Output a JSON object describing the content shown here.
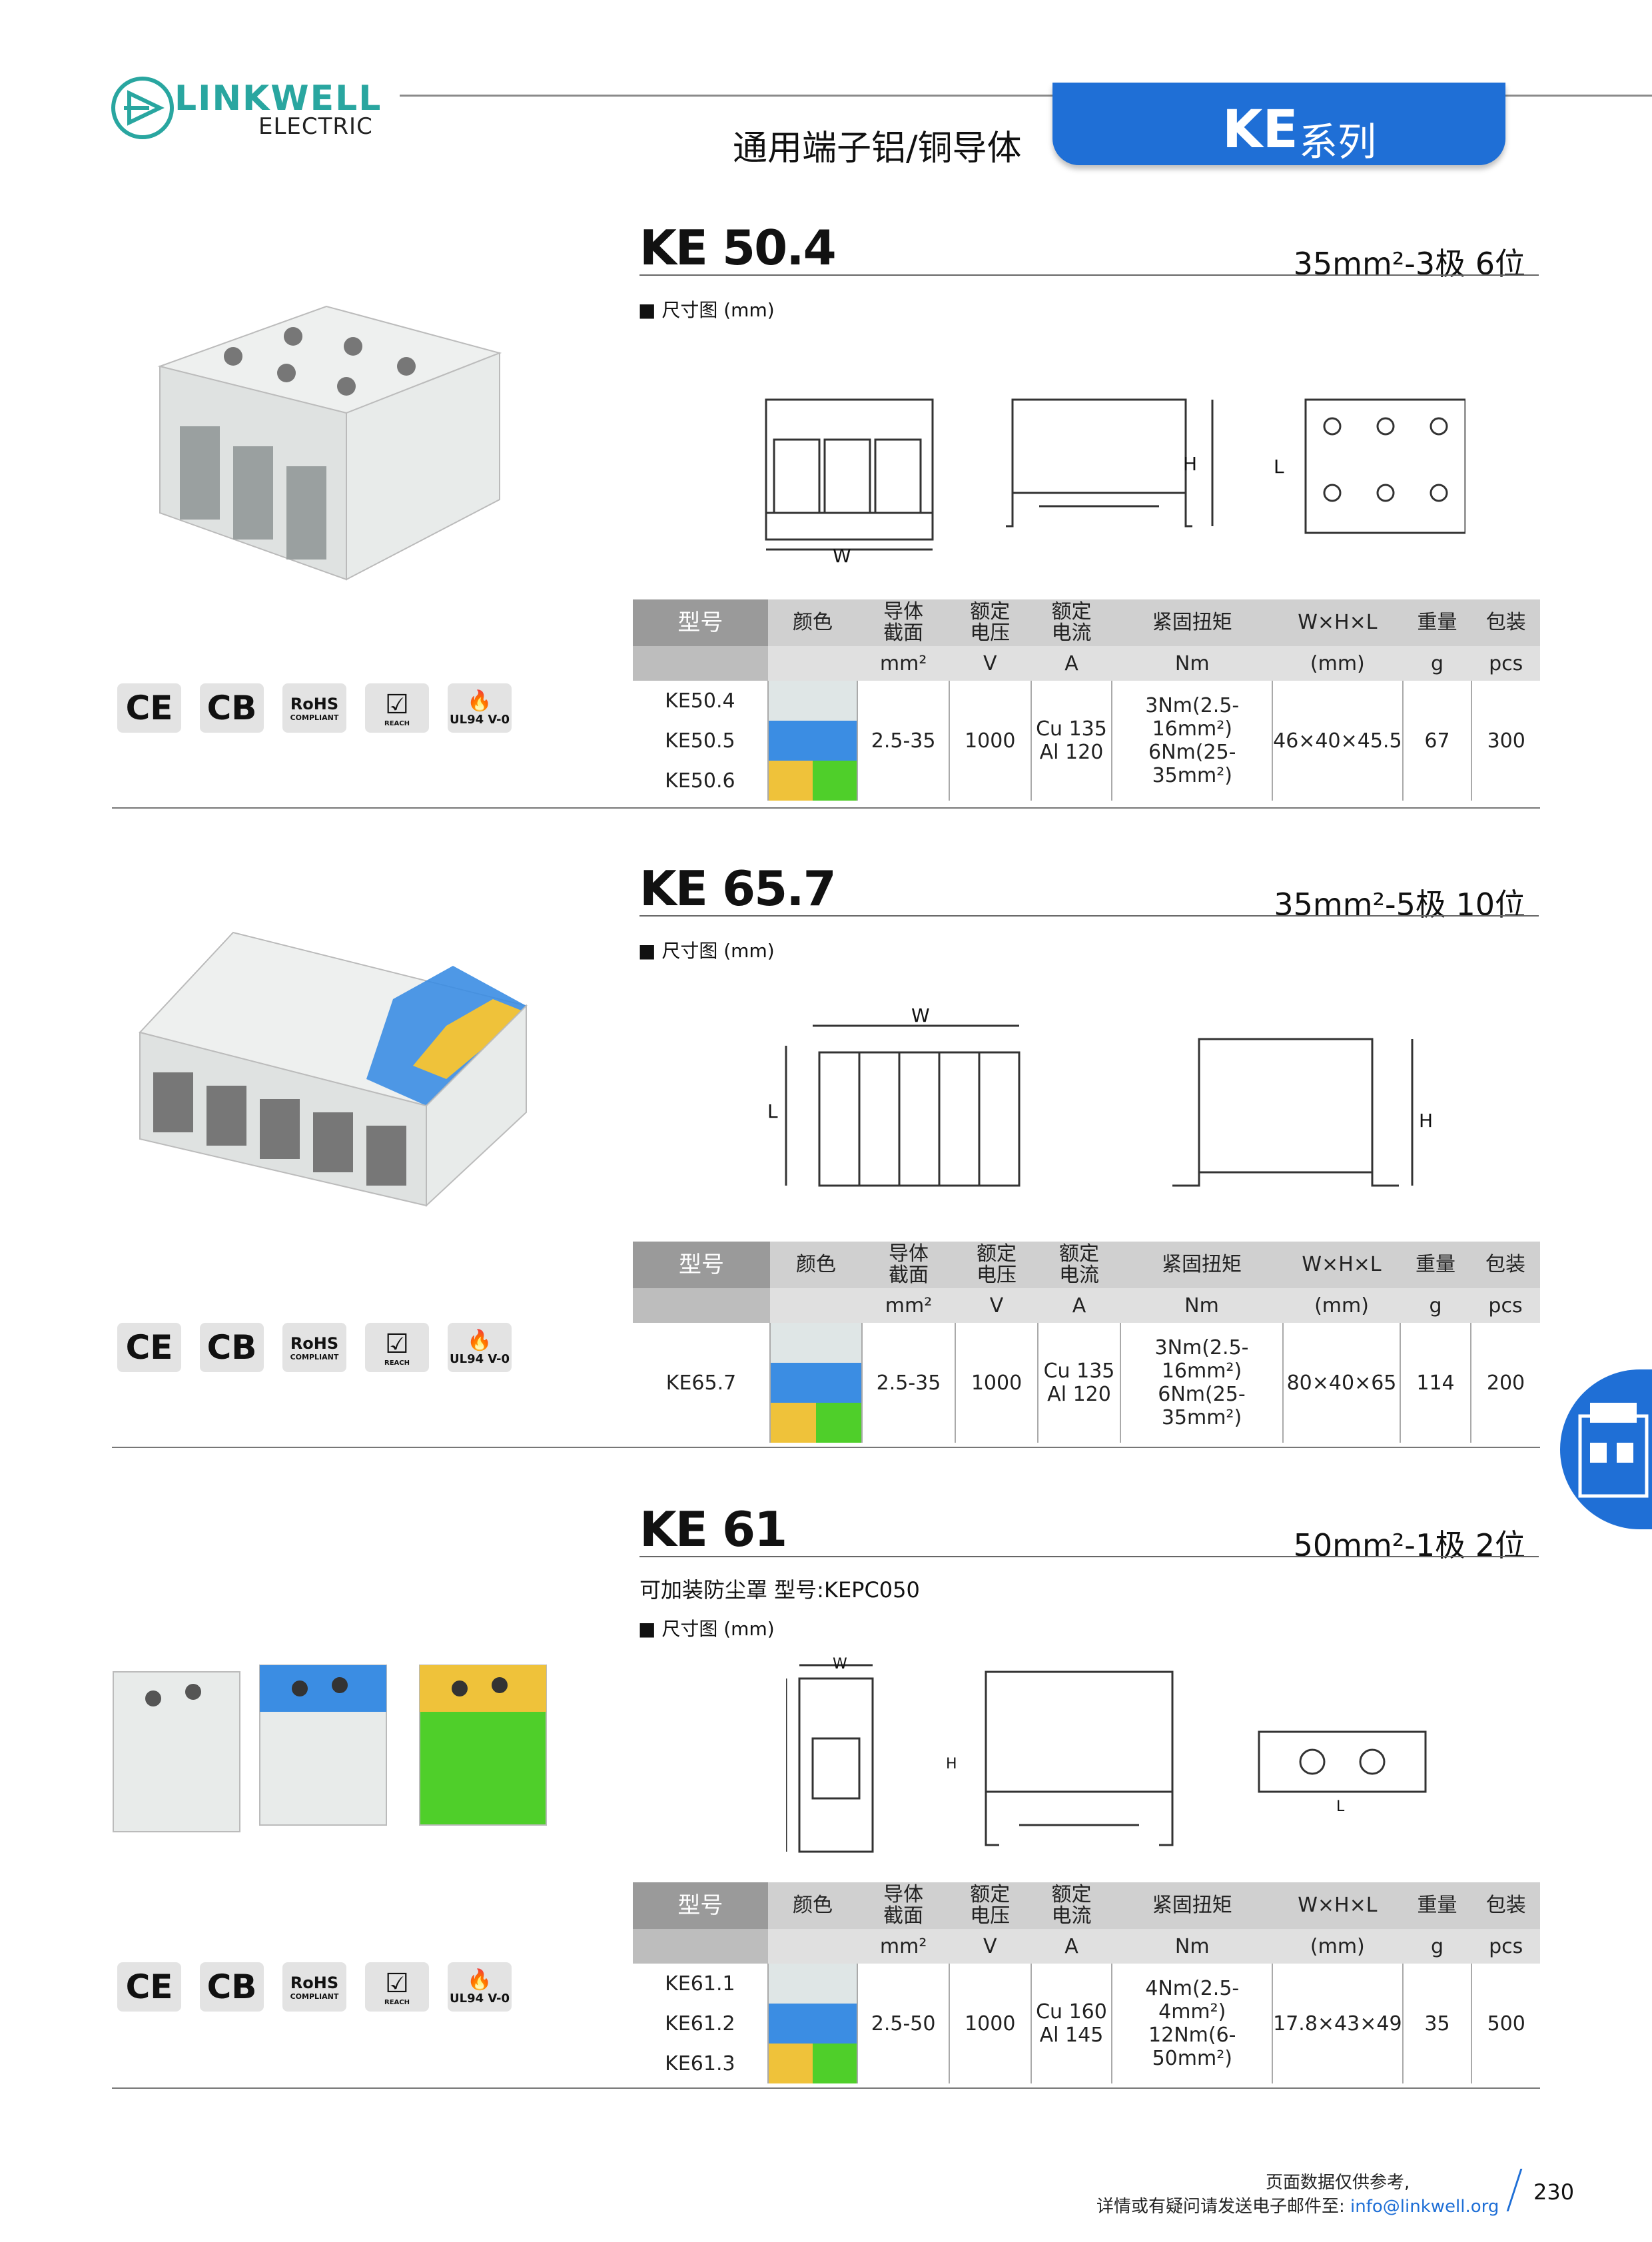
{
  "brand": {
    "name": "LINKWELL",
    "sub": "ELECTRIC"
  },
  "header": {
    "subtitle": "通用端子铝/铜导体",
    "series_code": "KE",
    "series_label": "系列"
  },
  "sections": [
    {
      "title": "KE 50.4",
      "spec": "35mm²-3极 6位",
      "dim_title": "■ 尺寸图 (mm)",
      "drawing_labels": {
        "w": "W",
        "h": "H",
        "l": "L"
      },
      "table": {
        "head1": [
          "型号",
          "颜色",
          "导体\n截面",
          "额定\n电压",
          "额定\n电流",
          "紧固扭矩",
          "W×H×L",
          "重量",
          "包装"
        ],
        "head2": [
          "",
          "",
          "mm²",
          "V",
          "A",
          "Nm",
          "(mm)",
          "g",
          "pcs"
        ],
        "models": [
          "KE50.4",
          "KE50.5",
          "KE50.6"
        ],
        "cross_section": "2.5-35",
        "voltage": "1000",
        "current": [
          "Cu 135",
          "Al 120"
        ],
        "torque": [
          "3Nm(2.5-16mm²)",
          "6Nm(25-35mm²)"
        ],
        "dims": "46×40×45.5",
        "weight": "67",
        "pack": "300"
      }
    },
    {
      "title": "KE 65.7",
      "spec": "35mm²-5极 10位",
      "dim_title": "■ 尺寸图 (mm)",
      "drawing_labels": {
        "w": "W",
        "h": "H",
        "l": "L"
      },
      "table": {
        "head1": [
          "型号",
          "颜色",
          "导体\n截面",
          "额定\n电压",
          "额定\n电流",
          "紧固扭矩",
          "W×H×L",
          "重量",
          "包装"
        ],
        "head2": [
          "",
          "",
          "mm²",
          "V",
          "A",
          "Nm",
          "(mm)",
          "g",
          "pcs"
        ],
        "models": [
          "KE65.7"
        ],
        "cross_section": "2.5-35",
        "voltage": "1000",
        "current": [
          "Cu 135",
          "Al 120"
        ],
        "torque": [
          "3Nm(2.5-16mm²)",
          "6Nm(25-35mm²)"
        ],
        "dims": "80×40×65",
        "weight": "114",
        "pack": "200"
      }
    },
    {
      "title": "KE 61",
      "spec": "50mm²-1极 2位",
      "note": "可加装防尘罩  型号:KEPC050",
      "dim_title": "■ 尺寸图 (mm)",
      "drawing_labels": {
        "w": "W",
        "h": "H",
        "l": "L"
      },
      "table": {
        "head1": [
          "型号",
          "颜色",
          "导体\n截面",
          "额定\n电压",
          "额定\n电流",
          "紧固扭矩",
          "W×H×L",
          "重量",
          "包装"
        ],
        "head2": [
          "",
          "",
          "mm²",
          "V",
          "A",
          "Nm",
          "(mm)",
          "g",
          "pcs"
        ],
        "models": [
          "KE61.1",
          "KE61.2",
          "KE61.3"
        ],
        "cross_section": "2.5-50",
        "voltage": "1000",
        "current": [
          "Cu 160",
          "Al 145"
        ],
        "torque": [
          "4Nm(2.5-4mm²)",
          "12Nm(6-50mm²)"
        ],
        "dims": "17.8×43×49",
        "weight": "35",
        "pack": "500"
      }
    }
  ],
  "colors": {
    "light": "#dfe6e6",
    "blue": "#3b8de3",
    "yellow": "#efc23a",
    "green": "#4fcf2a",
    "accent": "#1f6fd6"
  },
  "certs": [
    "CE",
    "CB",
    "RoHS",
    "REACH",
    "UL94 V-0"
  ],
  "cert_sub": {
    "rohs": "COMPLIANT",
    "reach": "REACH"
  },
  "footer": {
    "line1": "页面数据仅供参考,",
    "line2": "详情或有疑问请发送电子邮件至:",
    "email": "info@linkwell.org",
    "page": "230"
  }
}
